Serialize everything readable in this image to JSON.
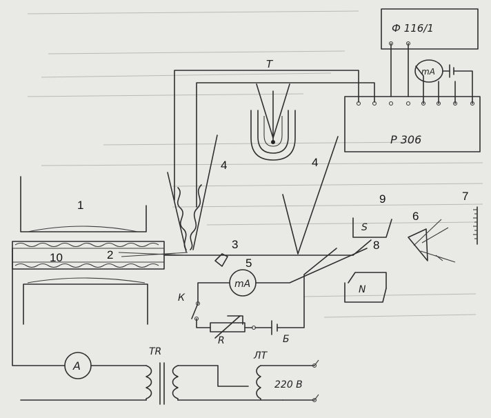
{
  "diagram": {
    "callouts": {
      "c1": "1",
      "c2": "2",
      "c3": "3",
      "c4a": "4",
      "c4b": "4",
      "c5": "5",
      "c6": "6",
      "c7": "7",
      "c8": "8",
      "c9": "9",
      "c10": "10"
    },
    "labels": {
      "t": "T",
      "f116": "Ф 116/1",
      "p306": "Р 306",
      "ma_top": "mA",
      "ma_mid": "mA",
      "ammeter": "A",
      "k": "К",
      "r": "R",
      "b": "Б",
      "tr": "TR",
      "lt": "ЛТ",
      "voltage": "220 В",
      "s": "S",
      "n": "N"
    }
  }
}
